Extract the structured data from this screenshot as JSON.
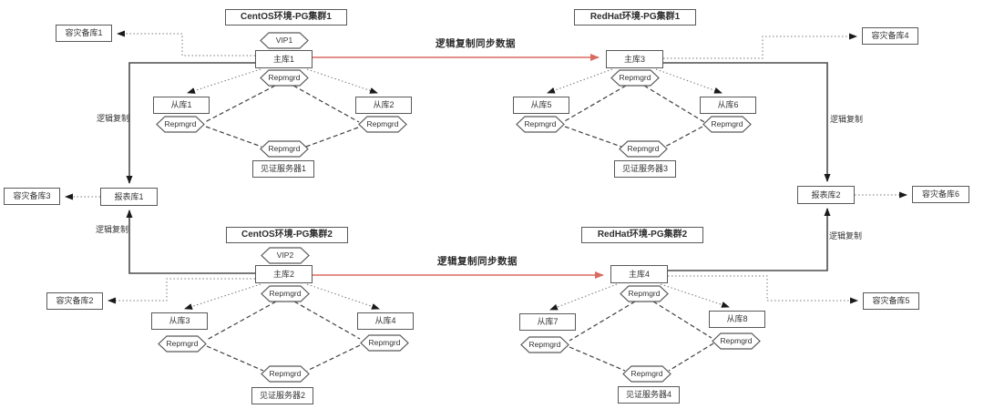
{
  "diagram": {
    "type": "architecture-diagram",
    "edge_labels": {
      "logical_replication": "逻辑复制",
      "logical_replication_sync": "逻辑复制同步数据"
    },
    "repmgrd_label": "Repmgrd",
    "clusters": [
      {
        "title": "CentOS环境-PG集群1",
        "vip": "VIP1",
        "primary": "主库1",
        "standby_left": "从库1",
        "standby_right": "从库2",
        "witness": "见证服务器1"
      },
      {
        "title": "RedHat环境-PG集群1",
        "primary": "主库3",
        "standby_left": "从库5",
        "standby_right": "从库6",
        "witness": "见证服务器3"
      },
      {
        "title": "CentOS环境-PG集群2",
        "vip": "VIP2",
        "primary": "主库2",
        "standby_left": "从库3",
        "standby_right": "从库4",
        "witness": "见证服务器2"
      },
      {
        "title": "RedHat环境-PG集群2",
        "primary": "主库4",
        "standby_left": "从库7",
        "standby_right": "从库8",
        "witness": "见证服务器4"
      }
    ],
    "disaster_recovery_nodes": [
      {
        "label": "容灾备库1"
      },
      {
        "label": "容灾备库2"
      },
      {
        "label": "容灾备库3"
      },
      {
        "label": "容灾备库4"
      },
      {
        "label": "容灾备库5"
      },
      {
        "label": "容灾备库6"
      }
    ],
    "report_nodes": [
      {
        "label": "报表库1"
      },
      {
        "label": "报表库2"
      }
    ],
    "colors": {
      "line": "#4d4d4d",
      "dotted_line": "#777777",
      "red_arrow": "#d96b60",
      "box_border": "#595959",
      "text": "#333333"
    }
  }
}
